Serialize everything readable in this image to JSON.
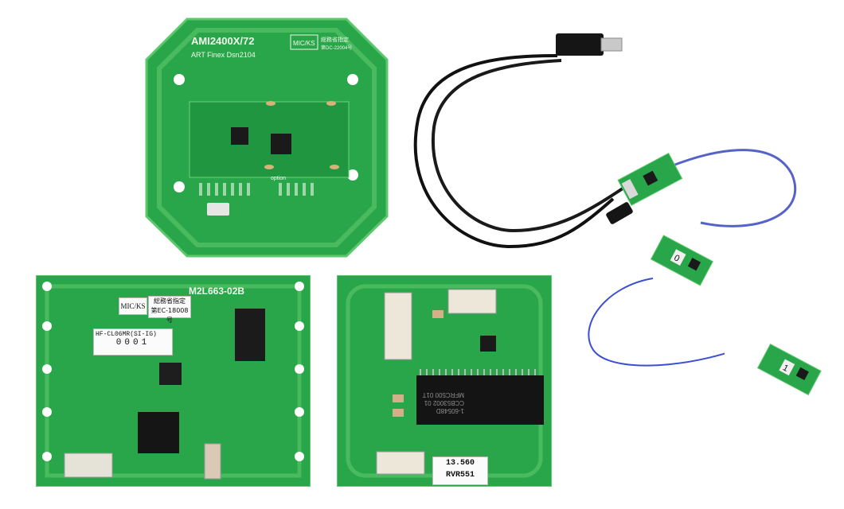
{
  "boards": {
    "top_left": {
      "model": "AMI2400X/72",
      "maker": "ART Finex  Dsn2104",
      "cert_logo": "MIC/KS",
      "cert_text_1": "総務省指定",
      "cert_text_2": "第DC-22004号",
      "option": "option"
    },
    "bottom_left": {
      "model": "M2L663-02B",
      "cert_logo": "MIC/KS",
      "cert_text_1": "総務省指定",
      "cert_text_2": "第EC-18008号",
      "sticker_line_1": "HF-CL06MR(SI-IG)",
      "sticker_line_2": "0001"
    },
    "bottom_middle": {
      "chip_text_1": "MFRC500 01T",
      "chip_text_2": "CCB53002 01",
      "chip_text_3": "1-60548D",
      "freq_label": "13.560",
      "part_label": "RVR551"
    },
    "small_modules": {
      "module_1": "0",
      "module_2": "1"
    }
  },
  "colors": {
    "pcb_green": "#1f9a3c",
    "pcb_light": "#3fbf5a",
    "cable_black": "#111111",
    "cable_blue": "#4a59c8"
  }
}
